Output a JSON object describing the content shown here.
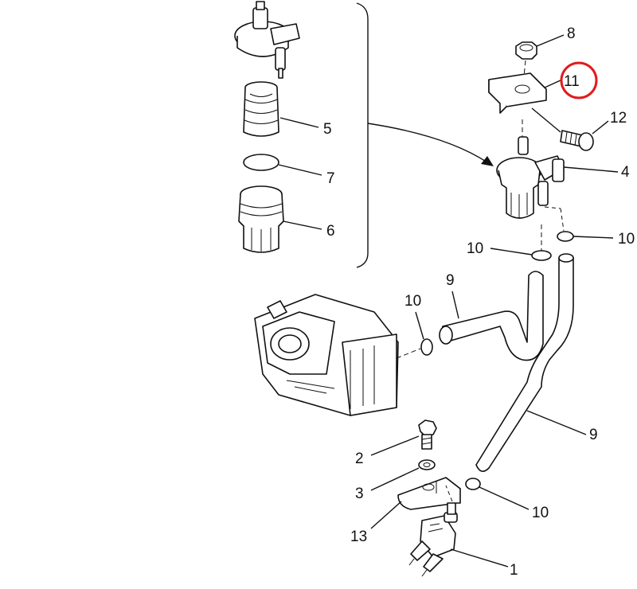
{
  "colors": {
    "line": "#111111",
    "highlight": "#e01b1b",
    "background": "#ffffff"
  },
  "highlighted_label": "11",
  "labels": {
    "p1": "1",
    "p2": "2",
    "p3": "3",
    "p4": "4",
    "p5": "5",
    "p6": "6",
    "p7": "7",
    "p8": "8",
    "p9a": "9",
    "p9b": "9",
    "p10a": "10",
    "p10b": "10",
    "p10c": "10",
    "p10d": "10",
    "p11": "11",
    "p12": "12",
    "p13": "13"
  }
}
